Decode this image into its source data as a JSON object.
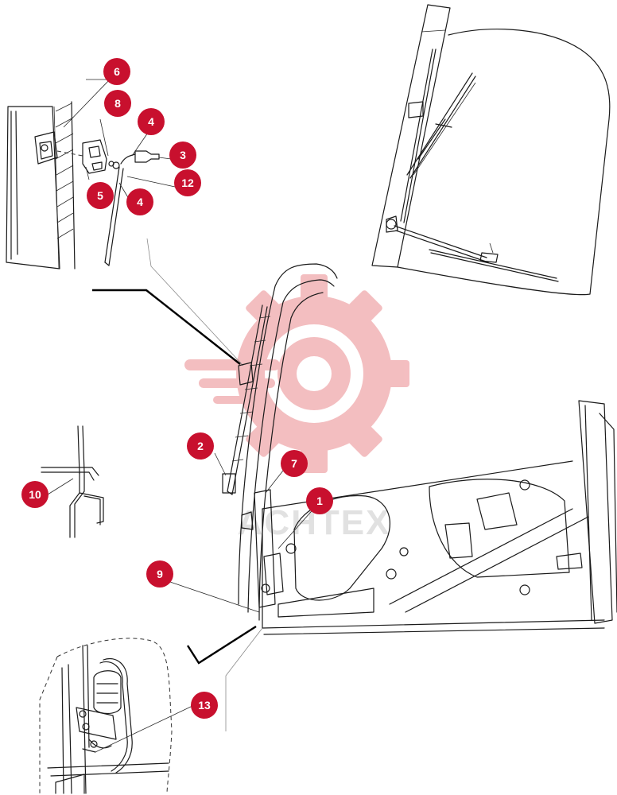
{
  "colors": {
    "callout": "#c8102e",
    "callout_text": "#ffffff",
    "watermark": "#f2b3b6",
    "line": "#1a1a1a"
  },
  "watermark": {
    "icon": "gear-wrench-logo-icon",
    "text": "ACHTEX"
  },
  "callouts": [
    {
      "id": "6",
      "label": "6"
    },
    {
      "id": "8",
      "label": "8"
    },
    {
      "id": "4a",
      "label": "4"
    },
    {
      "id": "3",
      "label": "3"
    },
    {
      "id": "12",
      "label": "12"
    },
    {
      "id": "5",
      "label": "5"
    },
    {
      "id": "4b",
      "label": "4"
    },
    {
      "id": "2",
      "label": "2"
    },
    {
      "id": "7",
      "label": "7"
    },
    {
      "id": "1",
      "label": "1"
    },
    {
      "id": "10",
      "label": "10"
    },
    {
      "id": "9",
      "label": "9"
    },
    {
      "id": "13",
      "label": "13"
    }
  ]
}
